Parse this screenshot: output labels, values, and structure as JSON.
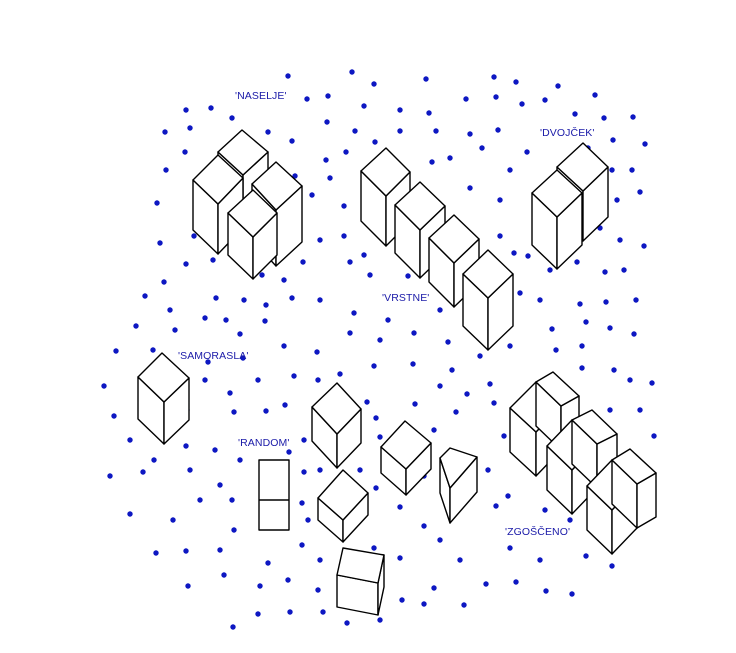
{
  "colors": {
    "dot": "#0d17c2",
    "label": "#1a1aa8",
    "line": "#000000",
    "background": "#ffffff"
  },
  "labels": {
    "naselje": "'NASELJE'",
    "dvojcek": "'DVOJČEK'",
    "vrstne": "'VRSTNE'",
    "samorasla": "'SAMORASLA'",
    "random": "'RANDOM'",
    "zgosceno": "'ZGOŠČENO'"
  }
}
